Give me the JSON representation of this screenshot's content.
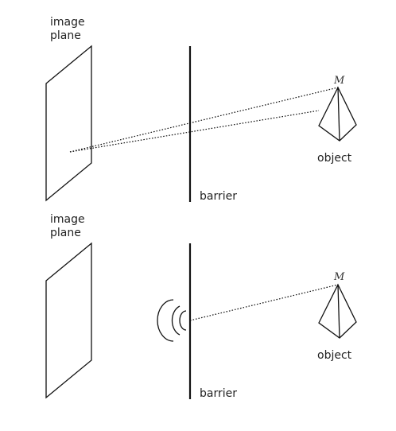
{
  "top_panel": {
    "image_plane_label_line1": "image",
    "image_plane_label_line2": "plane",
    "barrier_label": "barrier",
    "object_label": "object",
    "point_label": "M"
  },
  "bottom_panel": {
    "image_plane_label_line1": "image",
    "image_plane_label_line2": "plane",
    "barrier_label": "barrier",
    "object_label": "object",
    "point_label": "M"
  }
}
